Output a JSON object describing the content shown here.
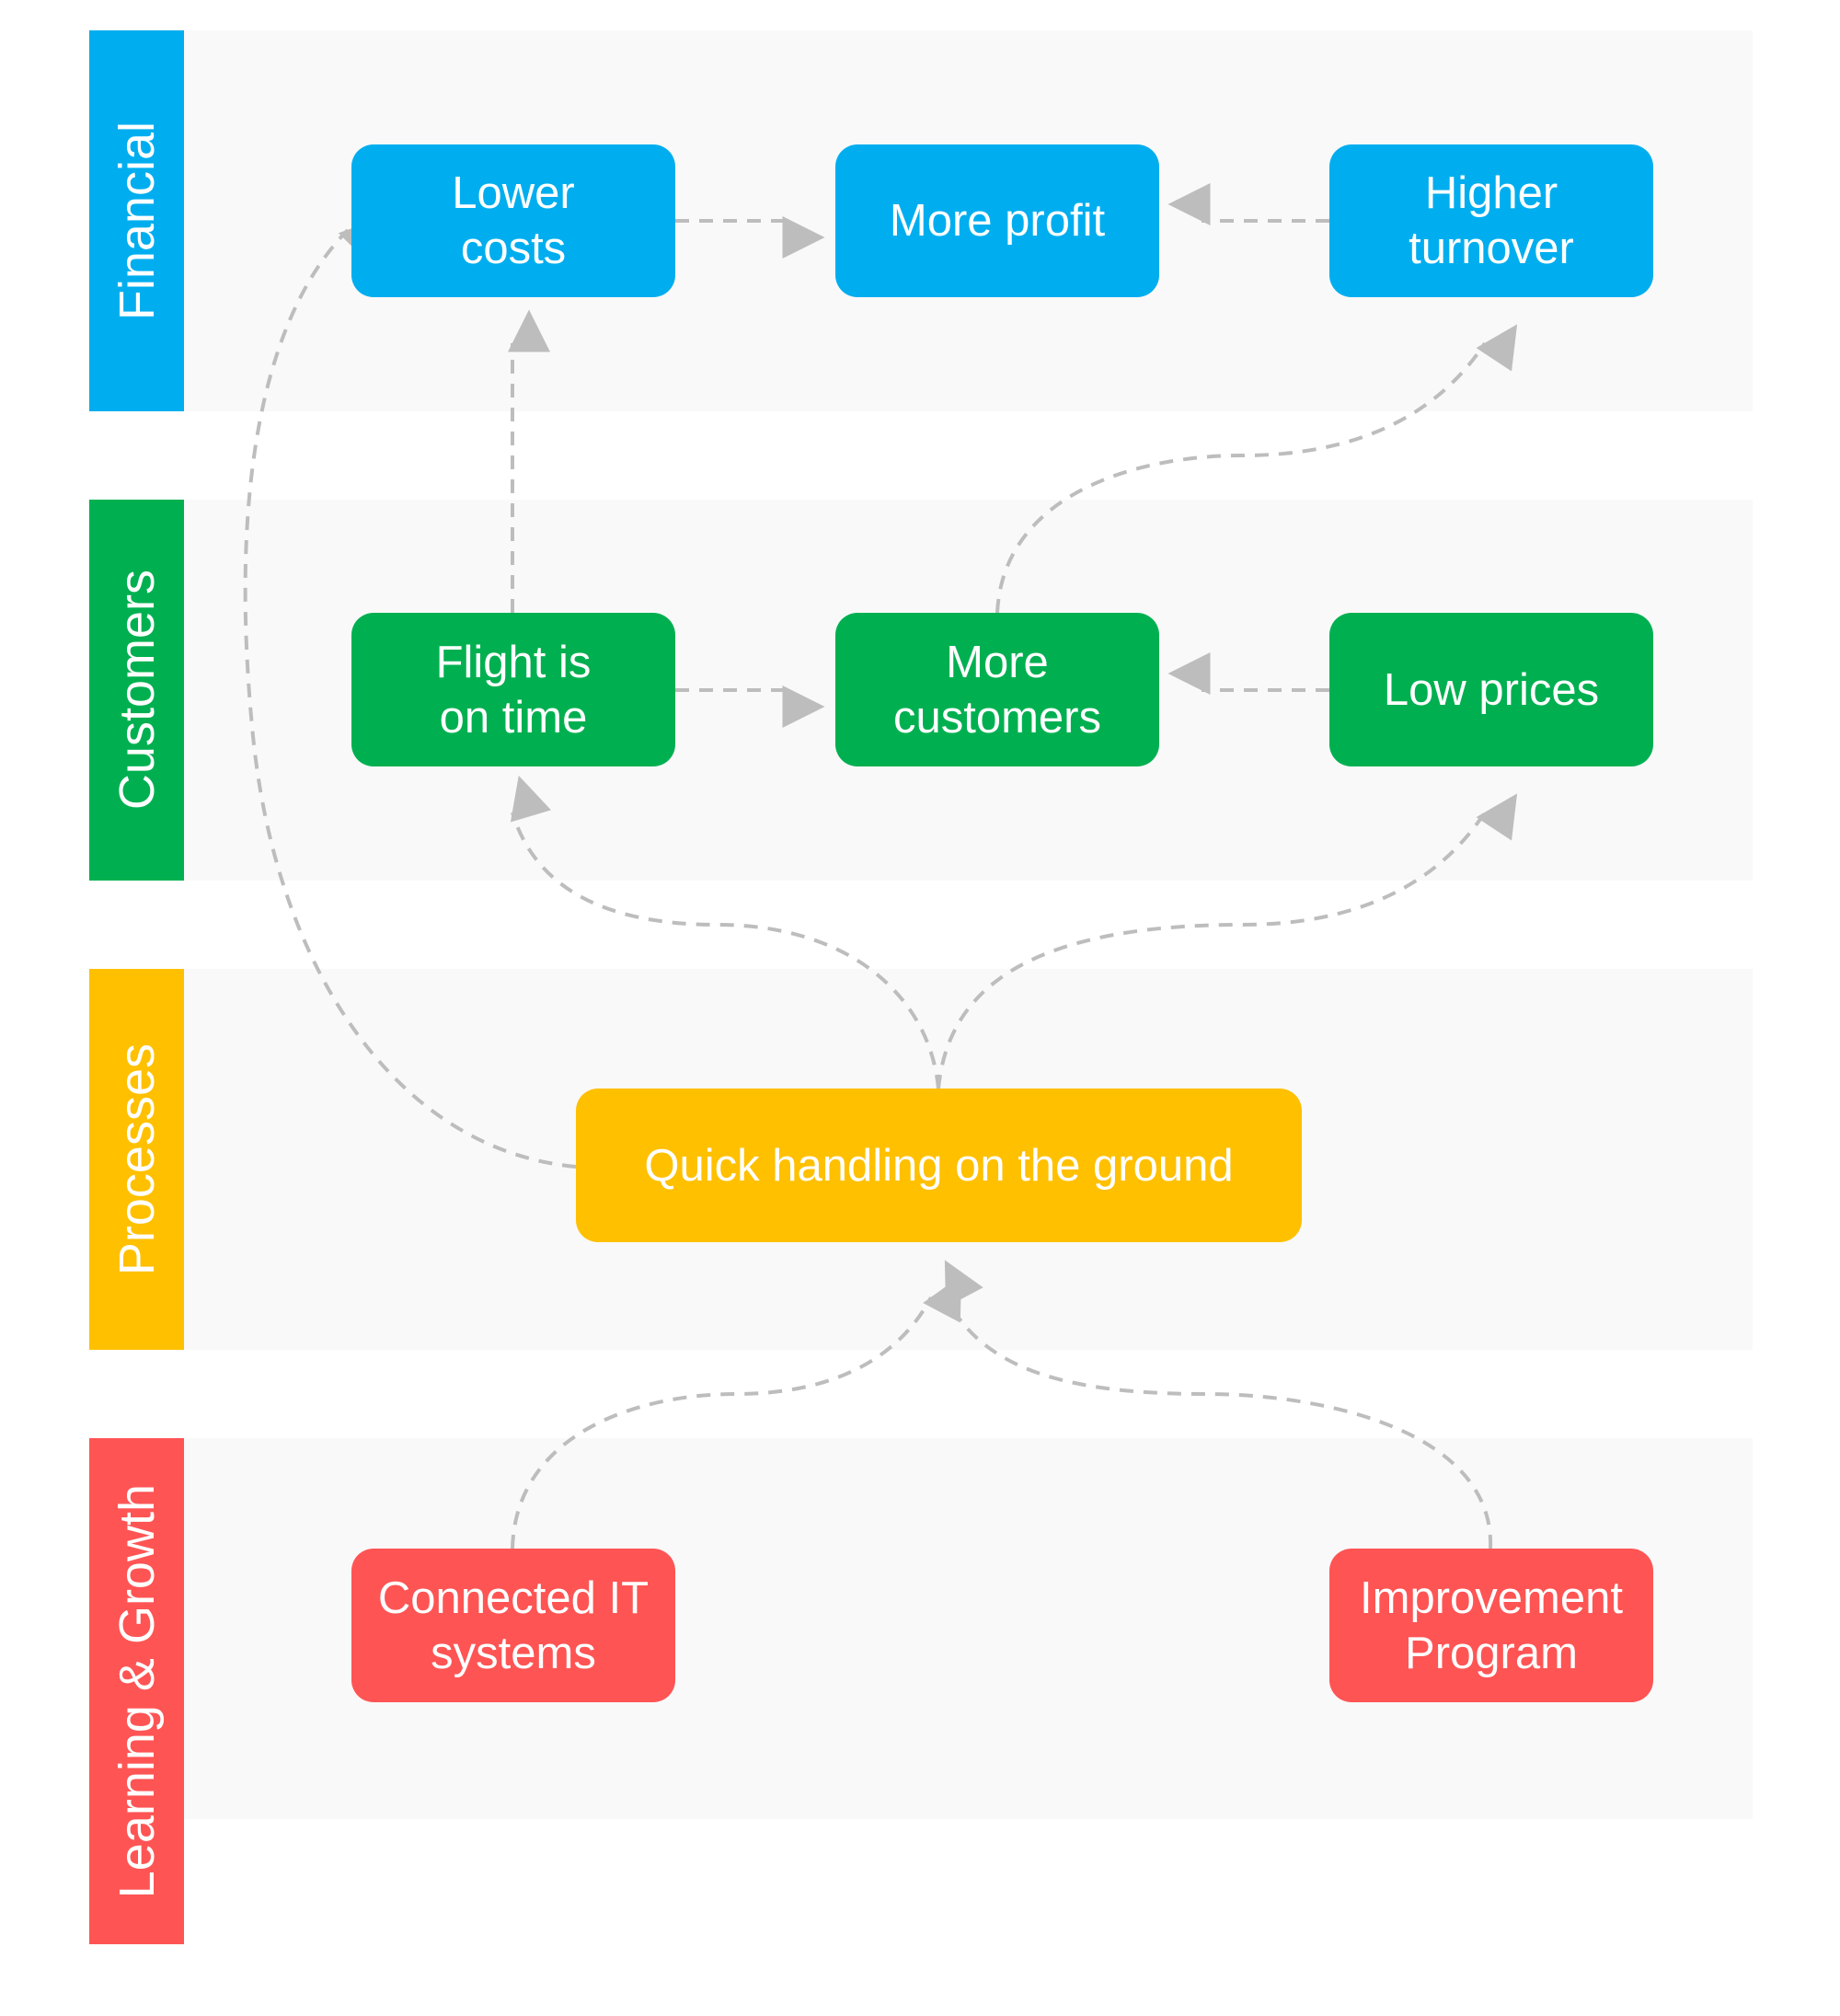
{
  "colors": {
    "financial": "#00aeef",
    "customers": "#00b050",
    "processes": "#ffc000",
    "learning": "#ff5454",
    "lane_background": "#f9f9f9",
    "connector": "#bdbdbd",
    "text": "#ffffff"
  },
  "lanes": [
    {
      "id": "financial",
      "label": "Financial"
    },
    {
      "id": "customers",
      "label": "Customers"
    },
    {
      "id": "processes",
      "label": "Processes"
    },
    {
      "id": "learning",
      "label": "Learning & Growth"
    }
  ],
  "nodes": {
    "lower_costs": {
      "label": "Lower\ncosts",
      "lane": "financial"
    },
    "more_profit": {
      "label": "More profit",
      "lane": "financial"
    },
    "higher_turnover": {
      "label": "Higher\nturnover",
      "lane": "financial"
    },
    "flight_on_time": {
      "label": "Flight is\non time",
      "lane": "customers"
    },
    "more_customers": {
      "label": "More\ncustomers",
      "lane": "customers"
    },
    "low_prices": {
      "label": "Low prices",
      "lane": "customers"
    },
    "quick_handling": {
      "label": "Quick handling on the ground",
      "lane": "processes"
    },
    "connected_it": {
      "label": "Connected IT\nsystems",
      "lane": "learning"
    },
    "improvement_program": {
      "label": "Improvement\nProgram",
      "lane": "learning"
    }
  },
  "edges": [
    {
      "from": "lower_costs",
      "to": "more_profit"
    },
    {
      "from": "higher_turnover",
      "to": "more_profit"
    },
    {
      "from": "flight_on_time",
      "to": "lower_costs"
    },
    {
      "from": "more_customers",
      "to": "higher_turnover"
    },
    {
      "from": "flight_on_time",
      "to": "more_customers"
    },
    {
      "from": "low_prices",
      "to": "more_customers"
    },
    {
      "from": "quick_handling",
      "to": "flight_on_time"
    },
    {
      "from": "quick_handling",
      "to": "low_prices"
    },
    {
      "from": "quick_handling",
      "to": "lower_costs"
    },
    {
      "from": "connected_it",
      "to": "quick_handling"
    },
    {
      "from": "improvement_program",
      "to": "quick_handling"
    }
  ]
}
